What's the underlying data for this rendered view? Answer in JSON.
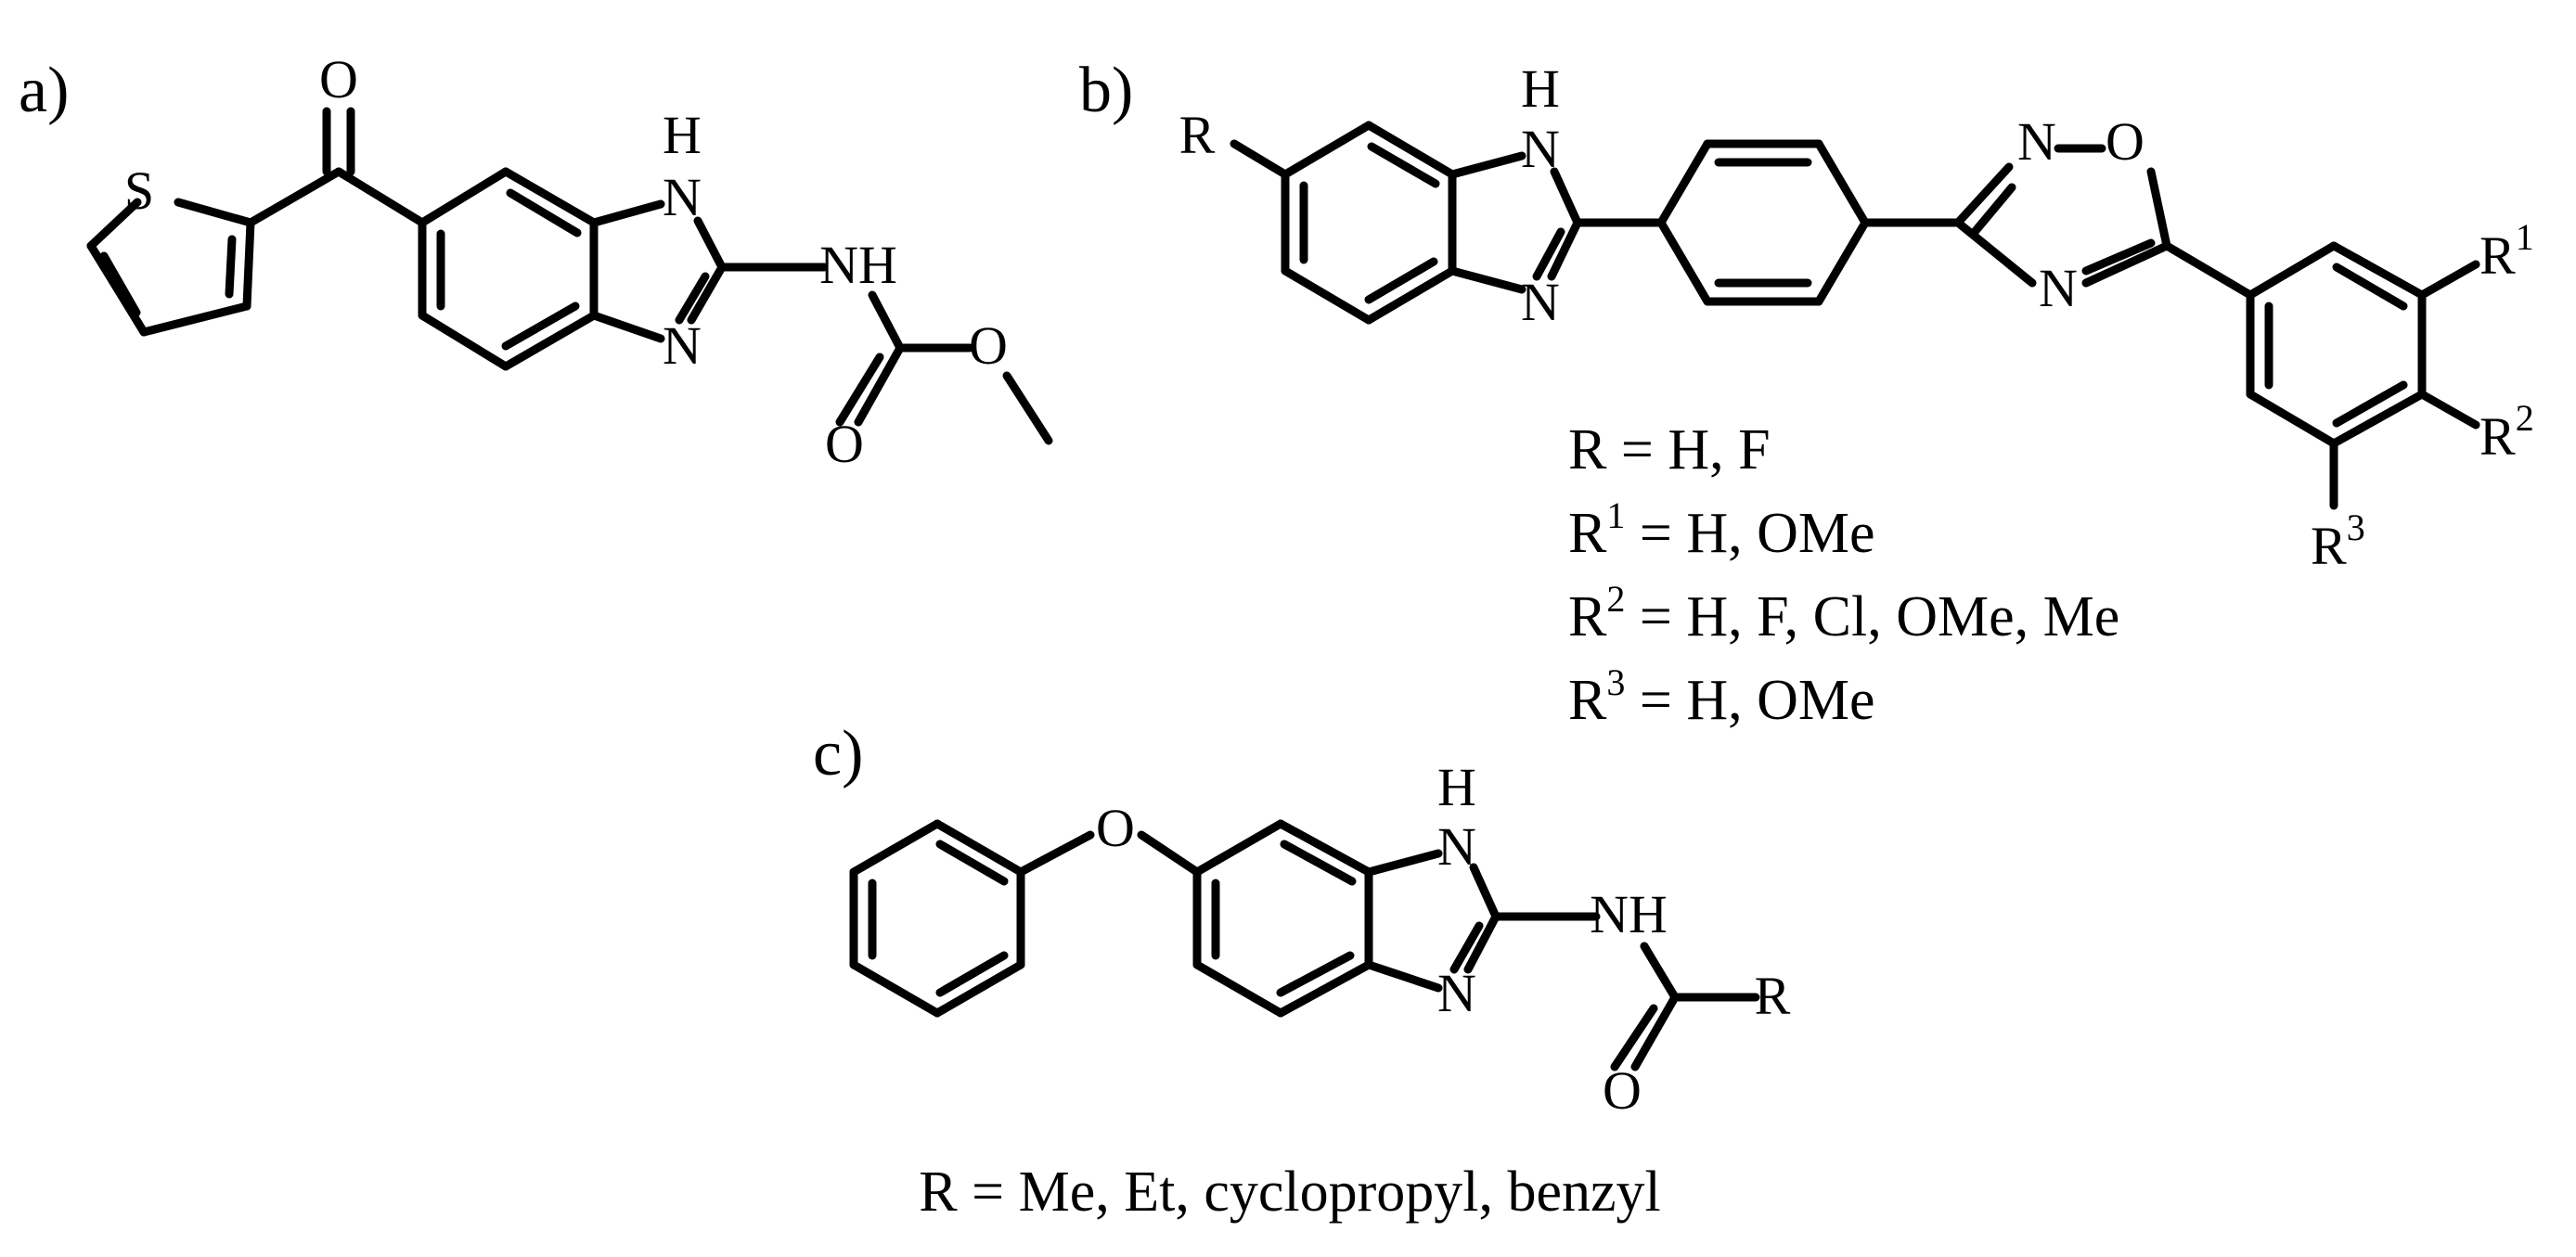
{
  "panels": {
    "a": {
      "label": "a)"
    },
    "b": {
      "label": "b)"
    },
    "c": {
      "label": "c)"
    }
  },
  "atoms": {
    "a_S": "S",
    "a_O_keto": "O",
    "a_H": "H",
    "a_N1": "N",
    "a_N3": "N",
    "a_NH": "NH",
    "a_O_carb": "O",
    "a_O_ester": "O",
    "b_R": "R",
    "b_H": "H",
    "b_N1": "N",
    "b_N3": "N",
    "b_N_ox2": "N",
    "b_O_ox": "O",
    "b_N_ox4": "N",
    "b_R1": "R",
    "b_R1_sup": "1",
    "b_R2": "R",
    "b_R2_sup": "2",
    "b_R3": "R",
    "b_R3_sup": "3",
    "c_O_ether": "O",
    "c_H": "H",
    "c_N1": "N",
    "c_N3": "N",
    "c_NH": "NH",
    "c_R": "R",
    "c_O_carb": "O"
  },
  "substituents_b": {
    "r": "R = H, F",
    "r1_pre": "R",
    "r1_sup": "1",
    "r1_post": " = H, OMe",
    "r2_pre": "R",
    "r2_sup": "2",
    "r2_post": " = H, F, Cl, OMe, Me",
    "r3_pre": "R",
    "r3_sup": "3",
    "r3_post": " = H, OMe"
  },
  "substituents_c": "R = Me, Et, cyclopropyl, benzyl",
  "colors": {
    "ink": "#000000",
    "background": "#ffffff"
  }
}
